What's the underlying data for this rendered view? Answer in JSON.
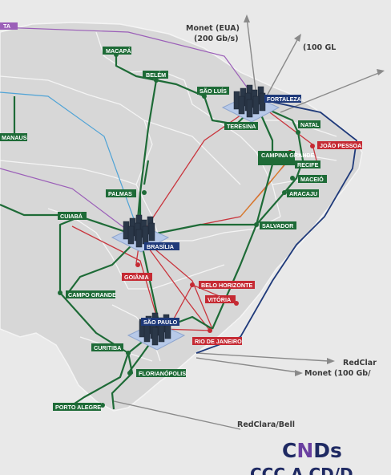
{
  "colors": {
    "land": "#d7d7d7",
    "land_border": "#f4f4f4",
    "ocean": "#e9e9e9",
    "backbone": "#1e6b37",
    "red_link": "#c9353d",
    "navy_link": "#1f3a7a",
    "orange_link": "#d9822b",
    "purple_link": "#9b5fb8",
    "blue_link": "#4fa3d6",
    "city_green": "#1e6b37",
    "city_red": "#c52a33",
    "title_blue": "#1f2a63",
    "title_purple": "#6a3fa0"
  },
  "top_left_tag": "TA",
  "cities": [
    {
      "name": "MACAPÁ",
      "type": "green"
    },
    {
      "name": "BELÉM",
      "type": "green"
    },
    {
      "name": "SÃO LUÍS",
      "type": "green"
    },
    {
      "name": "FORTALEZA",
      "type": "blue"
    },
    {
      "name": "TERESINA",
      "type": "green"
    },
    {
      "name": "NATAL",
      "type": "green"
    },
    {
      "name": "JOÃO PESSOA",
      "type": "red"
    },
    {
      "name": "CAMPINA GRANDE",
      "type": "green"
    },
    {
      "name": "RECIFE",
      "type": "green"
    },
    {
      "name": "MACEIÓ",
      "type": "green"
    },
    {
      "name": "ARACAJU",
      "type": "green"
    },
    {
      "name": "SALVADOR",
      "type": "green"
    },
    {
      "name": "MANAUS",
      "type": "green"
    },
    {
      "name": "PALMAS",
      "type": "green"
    },
    {
      "name": "CUIABÁ",
      "type": "green"
    },
    {
      "name": "BRASÍLIA",
      "type": "blue"
    },
    {
      "name": "GOIÂNIA",
      "type": "red"
    },
    {
      "name": "BELO HORIZONTE",
      "type": "red"
    },
    {
      "name": "VITÓRIA",
      "type": "red"
    },
    {
      "name": "CAMPO GRANDE",
      "type": "green"
    },
    {
      "name": "SÃO PAULO",
      "type": "blue"
    },
    {
      "name": "RIO DE JANEIRO",
      "type": "red"
    },
    {
      "name": "CURITIBA",
      "type": "green"
    },
    {
      "name": "FLORIANÓPOLIS",
      "type": "green"
    },
    {
      "name": "PORTO ALEGRE",
      "type": "green"
    }
  ],
  "external_links": {
    "monet_eua_1": "Monet (EUA)",
    "monet_eua_2": "(200 Gb/s)",
    "fortaleza_cut": "(100 GL",
    "redclara_right": "RedClar",
    "monet_100": "Monet (100 Gb/",
    "redclara_bella": "RedClara/Bell"
  },
  "title": {
    "c": "C",
    "n": "N",
    "ds": "Ds"
  },
  "subtitle": "CCC A CD/D"
}
